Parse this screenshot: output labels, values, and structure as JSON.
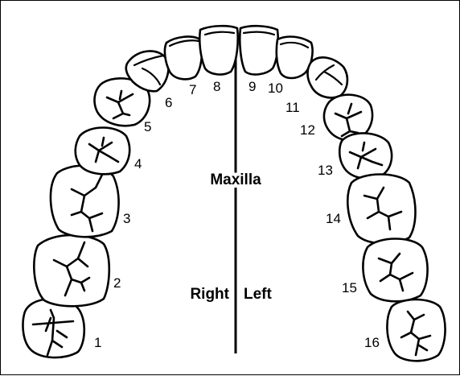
{
  "diagram": {
    "jaw_label": "Maxilla",
    "side_right": "Right",
    "side_left": "Left",
    "teeth": [
      {
        "number": "1"
      },
      {
        "number": "2"
      },
      {
        "number": "3"
      },
      {
        "number": "4"
      },
      {
        "number": "5"
      },
      {
        "number": "6"
      },
      {
        "number": "7"
      },
      {
        "number": "8"
      },
      {
        "number": "9"
      },
      {
        "number": "10"
      },
      {
        "number": "11"
      },
      {
        "number": "12"
      },
      {
        "number": "13"
      },
      {
        "number": "14"
      },
      {
        "number": "15"
      },
      {
        "number": "16"
      }
    ]
  }
}
